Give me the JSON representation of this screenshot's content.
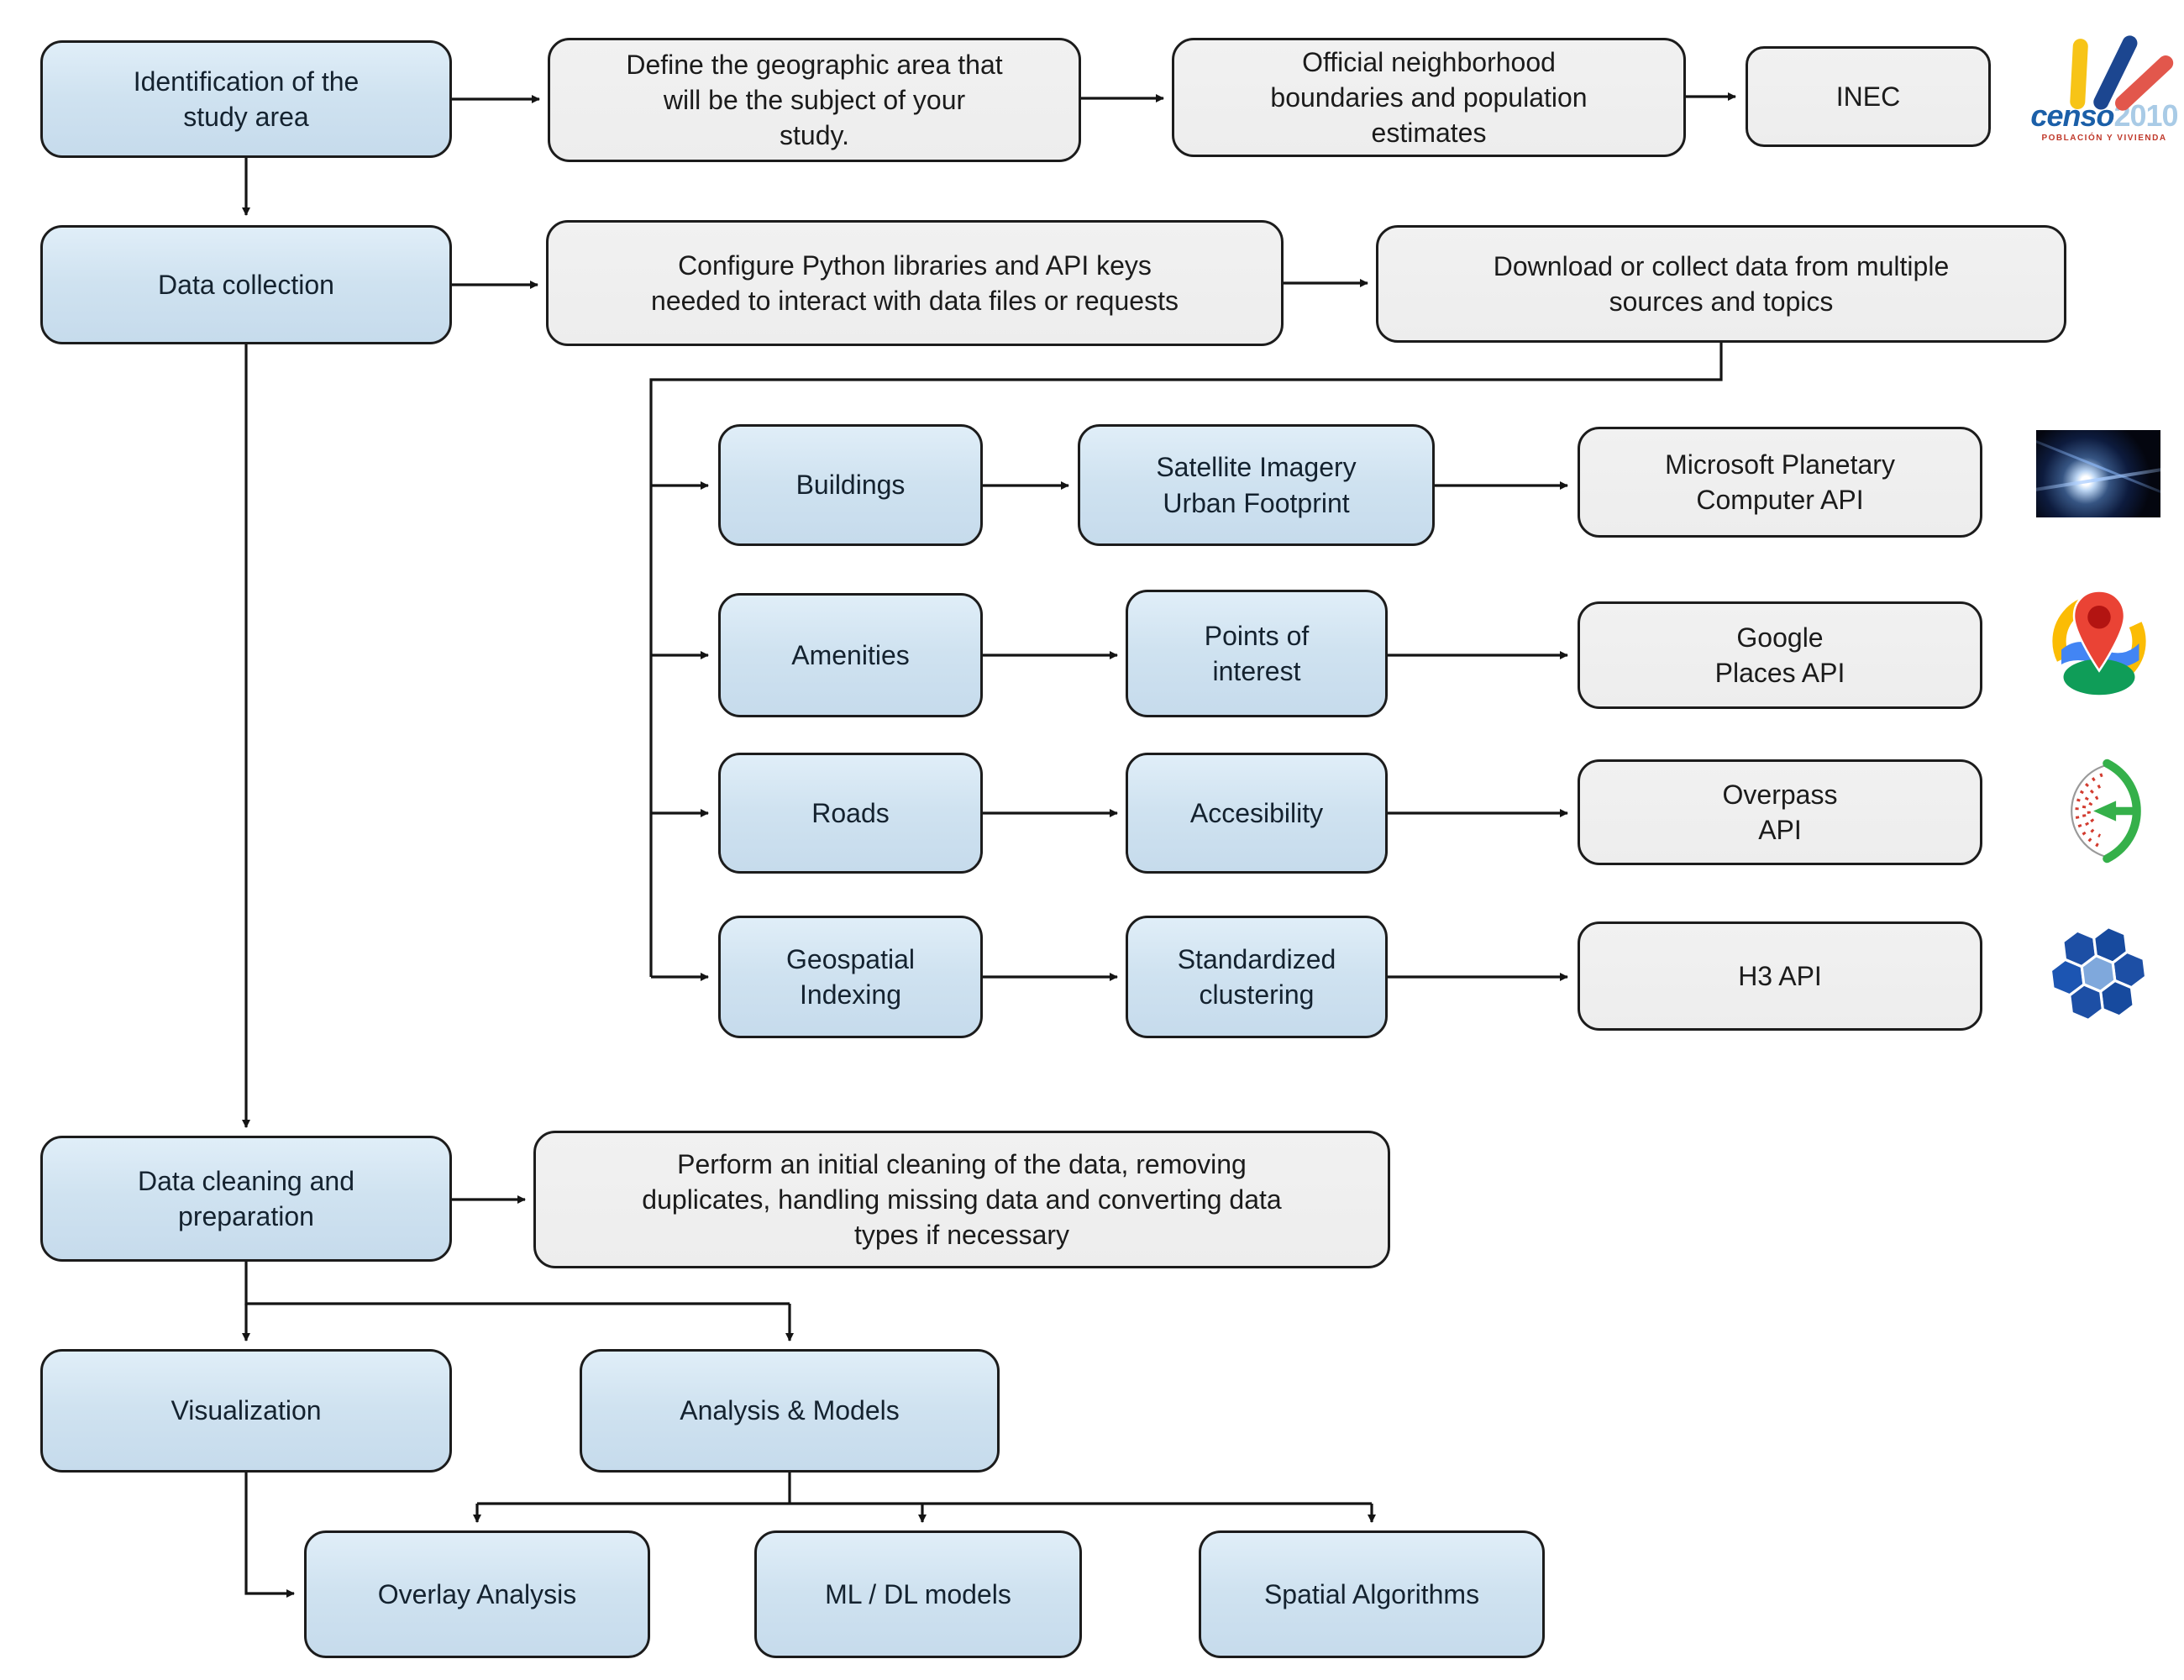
{
  "flowchart": {
    "nodes": {
      "identification": "Identification of the\nstudy area",
      "define_area": "Define the geographic area that\nwill be the subject of your\nstudy.",
      "official_boundaries": "Official neighborhood\nboundaries and population\nestimates",
      "inec": "INEC",
      "data_collection": "Data collection",
      "configure_python": "Configure Python libraries and API keys\nneeded to interact with data files or requests",
      "download_collect": "Download or collect data from multiple\nsources and topics",
      "buildings": "Buildings",
      "satellite_imagery": "Satellite Imagery\nUrban Footprint",
      "microsoft_planetary": "Microsoft Planetary\nComputer API",
      "amenities": "Amenities",
      "points_of_interest": "Points of\ninterest",
      "google_places": "Google\nPlaces API",
      "roads": "Roads",
      "accesibility": "Accesibility",
      "overpass": "Overpass\nAPI",
      "geospatial_indexing": "Geospatial\nIndexing",
      "standardized_clustering": "Standardized\nclustering",
      "h3_api": "H3 API",
      "data_cleaning": "Data cleaning and\npreparation",
      "perform_cleaning": "Perform an initial cleaning of the data, removing\nduplicates, handling missing data and converting data\ntypes if necessary",
      "visualization": "Visualization",
      "analysis_models": "Analysis & Models",
      "overlay_analysis": "Overlay Analysis",
      "ml_dl_models": "ML / DL models",
      "spatial_algorithms": "Spatial Algorithms"
    },
    "censo_logo": {
      "word": "censo",
      "year": "2010",
      "caption": "POBLACIÓN Y VIVIENDA"
    },
    "icons": [
      "planetary-computer-image",
      "google-places-pin-icon",
      "overpass-api-logo-icon",
      "h3-hexagons-icon",
      "censo-2010-logo"
    ],
    "colors": {
      "node_blue_fill": "#cfe2f0",
      "node_gray_fill": "#efefef",
      "node_border": "#1c1c1c",
      "connector": "#141414",
      "censo_blue": "#1b5fa8",
      "censo_light_blue": "#a9cbe6",
      "censo_caption_red": "#c0392b",
      "bar_yellow": "#f7c417",
      "bar_blue": "#1c4690",
      "bar_red": "#e2574c",
      "h3_hex_blue": "#1d4fa5",
      "h3_hex_center": "#7fa8dc",
      "pin_red": "#ea4335",
      "pin_dark_red": "#b31412",
      "places_yellow": "#fbbc04",
      "places_blue": "#4285f4",
      "places_green": "#0f9d58",
      "overpass_red": "#d23b2f",
      "overpass_green": "#35b04a"
    }
  }
}
